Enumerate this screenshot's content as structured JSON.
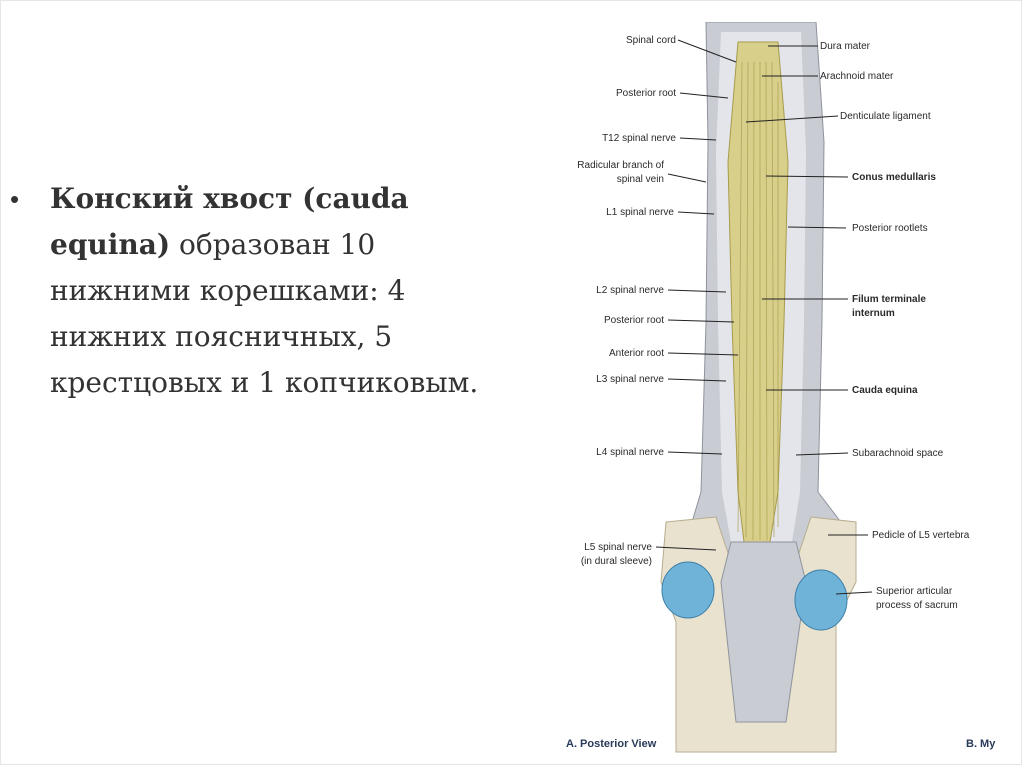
{
  "slide": {
    "bullet_marker": "•",
    "bold_text": "Конский хвост (cauda equina)",
    "regular_text": " образован 10 нижними корешками: 4 нижних поясничных, 5 крестцовых и 1 копчиковым."
  },
  "figure": {
    "labels_left": [
      "Spinal cord",
      "Posterior root",
      "T12 spinal nerve",
      "Radicular branch of",
      "spinal vein",
      "L1 spinal nerve",
      "L2 spinal nerve",
      "Posterior root",
      "Anterior root",
      "L3 spinal nerve",
      "L4 spinal nerve",
      "L5 spinal nerve",
      "(in dural sleeve)"
    ],
    "labels_right": [
      "Dura mater",
      "Arachnoid mater",
      "Denticulate ligament",
      "Conus medullaris",
      "Posterior rootlets",
      "Filum terminale",
      "internum",
      "Cauda equina",
      "Subarachnoid space",
      "Pedicle of L5 vertebra",
      "Superior articular",
      "process of sacrum"
    ],
    "caption_a": "A. Posterior View",
    "caption_b": "B. My",
    "colors": {
      "nerve": "#d8cf8a",
      "dura": "#c9ccd3",
      "bone": "#e8e2cf",
      "cartilage": "#6fb3d9"
    }
  }
}
